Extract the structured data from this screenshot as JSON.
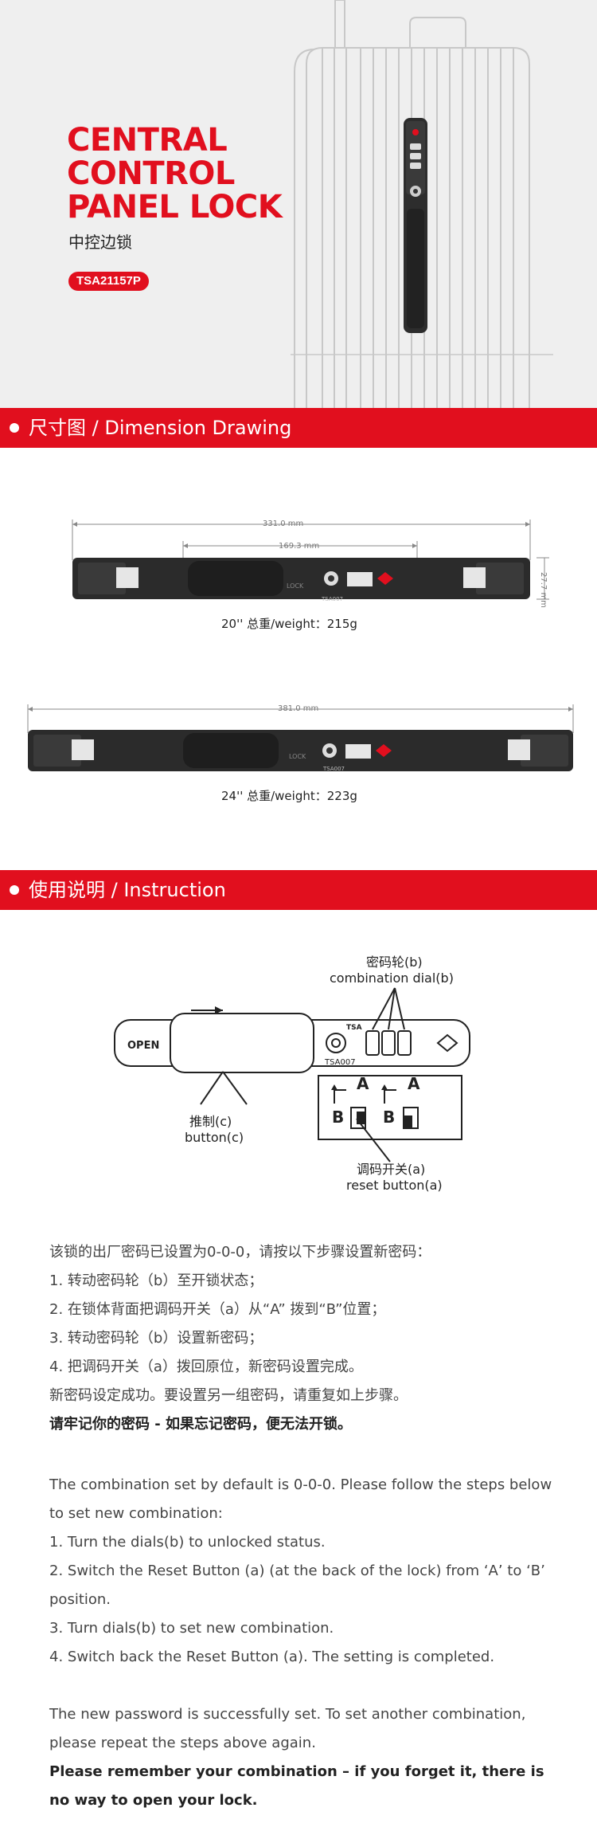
{
  "hero": {
    "title_line1": "CENTRAL",
    "title_line2": "CONTROL",
    "title_line3": "PANEL LOCK",
    "subtitle_cn": "中控边锁",
    "model": "TSA21157P"
  },
  "section_dimension": {
    "label": "尺寸图 / Dimension Drawing"
  },
  "dim20": {
    "overall": "331.0 mm",
    "inner": "169.3 mm",
    "height": "27.7 mm",
    "caption": "20''    总重/weight：215g"
  },
  "dim24": {
    "overall": "381.0 mm",
    "caption": "24''    总重/weight：223g"
  },
  "lock_marks": {
    "lock_text": "LOCK",
    "tsa": "TSA007",
    "open": "OPEN",
    "brand": "TSA"
  },
  "section_instruction": {
    "label": "使用说明 / Instruction"
  },
  "diagram": {
    "dial_cn": "密码轮(b)",
    "dial_en": "combination dial(b)",
    "button_cn": "推制(c)",
    "button_en": "button(c)",
    "reset_cn": "调码开关(a)",
    "reset_en": "reset button(a)",
    "pos_a": "A",
    "pos_b": "B"
  },
  "cn_text": {
    "intro": "该锁的出厂密码已设置为0-0-0，请按以下步骤设置新密码：",
    "step1": "1.    转动密码轮（b）至开锁状态；",
    "step2": "2.    在锁体背面把调码开关（a）从“A”  拨到“B”位置；",
    "step3": "3.    转动密码轮（b）设置新密码；",
    "step4": "4.    把调码开关（a）拨回原位，新密码设置完成。",
    "success": "新密码设定成功。要设置另一组密码，请重复如上步骤。",
    "warning": "请牢记你的密码 - 如果忘记密码，便无法开锁。"
  },
  "en_text": {
    "intro": "The combination set by default is 0-0-0. Please follow the steps below to set new combination:",
    "step1": "1. Turn the dials(b) to unlocked status.",
    "step2": "2. Switch the Reset Button (a) (at the back of the lock) from ‘A’ to ‘B’ position.",
    "step3": "3. Turn dials(b) to set new combination.",
    "step4": "4. Switch back the Reset Button (a). The setting is completed.",
    "success": "The new password is successfully set. To set another combination, please repeat the steps above again.",
    "warning": "Please remember your combination – if you forget it, there is no way to open your lock."
  }
}
